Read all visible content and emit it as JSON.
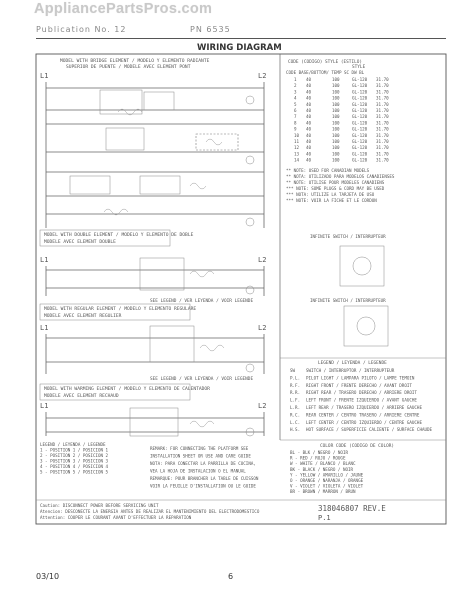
{
  "header": {
    "brand": "AppliancePartsPros.com",
    "left_code": "Publication No. 12",
    "right_code": "PN 6535",
    "title": "WIRING DIAGRAM"
  },
  "sections": {
    "bridge": "MODEL WITH BRIDGE ELEMENT / MODELO Y ELEMENTO RADIANTE",
    "bridge_fr": "SUPERIOR DE PUENTE / MODELE AVEC ELEMENT PONT",
    "double": "MODEL WITH DOUBLE ELEMENT / MODELO Y ELEMENTO DE DOBLE",
    "double_fr": "MODELE AVEC ELEMENT DOUBLE",
    "regular": "MODEL WITH REGULAR ELEMENT / MODELO Y ELEMENTO REGULARE",
    "regular_fr": "MODELE AVEC ELEMENT REGULIER",
    "warming": "MODEL WITH WARMING ELEMENT / MODELO Y ELEMENTO DE CALENTADOR",
    "warming_fr": "MODELE AVEC ELEMENT RECHAUD",
    "see_legend": "SEE LEGEND / VER LEYENDA / VOIR LEGENDE"
  },
  "terminals": {
    "l1": "L1",
    "l2": "L2"
  },
  "code_table": {
    "header": "CODE (CODIGO)     STYLE (ESTILO)",
    "header2": "STYLE",
    "header3": "CODE BASE/BOTTOM/ TEMP  SC  DW  BL",
    "rows": [
      [
        "1",
        "40",
        "100",
        "GL-120",
        "31.70"
      ],
      [
        "2",
        "40",
        "100",
        "GL-120",
        "31.70"
      ],
      [
        "3",
        "40",
        "100",
        "GL-120",
        "31.70"
      ],
      [
        "4",
        "40",
        "100",
        "GL-120",
        "31.70"
      ],
      [
        "5",
        "40",
        "100",
        "GL-120",
        "31.70"
      ],
      [
        "6",
        "40",
        "100",
        "GL-120",
        "31.70"
      ],
      [
        "7",
        "40",
        "100",
        "GL-120",
        "31.70"
      ],
      [
        "8",
        "40",
        "100",
        "GL-120",
        "31.70"
      ],
      [
        "9",
        "40",
        "100",
        "GL-120",
        "31.70"
      ],
      [
        "10",
        "40",
        "100",
        "GL-120",
        "31.70"
      ],
      [
        "11",
        "40",
        "100",
        "GL-120",
        "31.70"
      ],
      [
        "12",
        "40",
        "100",
        "GL-120",
        "31.70"
      ],
      [
        "13",
        "40",
        "100",
        "GL-120",
        "31.70"
      ],
      [
        "14",
        "40",
        "100",
        "GL-120",
        "31.70"
      ]
    ],
    "notes": [
      "** NOTE: USED FOR CANADIAN MODELS",
      "** NOTA: UTILIZADO PARA MODELOS CANADIENSES",
      "** NOTE: UTILISE POUR MODELES CANADIENS",
      "*** NOTE: SOME PLUGS & CORD MAY BE USED",
      "*** NOTA: UTILIZE LA TARJETA DE USO",
      "*** NOTE: VOIR LA FICHE ET LE CORDON"
    ]
  },
  "parts_caption_1": "INFINITE SWITCH / INTERRUPTEUR",
  "parts_caption_2": "INFINITE SWITCH / INTERRUPTEUR",
  "legend_title": "LEGEND / LEYENDA / LEGENDE",
  "legend_items": [
    [
      "SW",
      "SWITCH / INTERRUPTOR / INTERRUPTEUR"
    ],
    [
      "P.L.",
      "PILOT LIGHT / LAMPARA PILOTO / LAMPE TEMOIN"
    ],
    [
      "R.F.",
      "RIGHT FRONT / FRENTE DERECHO / AVANT DROIT"
    ],
    [
      "R.R.",
      "RIGHT REAR / TRASERO DERECHO / ARRIERE DROIT"
    ],
    [
      "L.F.",
      "LEFT FRONT / FRENTE IZQUIERDO / AVANT GAUCHE"
    ],
    [
      "L.R.",
      "LEFT REAR / TRASERO IZQUIERDO / ARRIERE GAUCHE"
    ],
    [
      "R.C.",
      "REAR CENTER / CENTRO TRASERO / ARRIERE CENTRE"
    ],
    [
      "L.C.",
      "LEFT CENTER / CENTRO IZQUIERDO / CENTRE GAUCHE"
    ],
    [
      "H.S.",
      "HOT SURFACE / SUPERFICIE CALIENTE / SURFACE CHAUDE"
    ]
  ],
  "color_code_title": "COLOR CODE (CODIGO DE COLOR)",
  "color_codes": [
    "BL - BLK / NEGRO / NOIR",
    "R - RED / ROJO / ROUGE",
    "W - WHITE / BLANCO / BLANC",
    "BK - BLACK / NEGRO / NOIR",
    "Y - YELLOW / AMARILLO / JAUNE",
    "O - ORANGE / NARANJA / ORANGE",
    "V - VIOLET / VIOLETA / VIOLET",
    "BR - BROWN / MARRON / BRUN"
  ],
  "legend_lower": [
    "LEGEND / LEYENDA / LEGENDE",
    "1 - POSITION 1 / POSICION 1",
    "2 - POSITION 2 / POSICION 2",
    "3 - POSITION 3 / POSICION 3",
    "4 - POSITION 4 / POSICION 4",
    "5 - POSITION 5 / POSICION 5"
  ],
  "remarks": [
    "REMARK: FOR CONNECTING THE PLATFORM SEE",
    "INSTALLATION SHEET OR USE AND CARE GUIDE",
    "NOTA: PARA CONECTAR LA PARRILLA DE COCINA,",
    "VEA LA HOJA DE INSTALACION O EL MANUAL",
    "REMARQUE: POUR BRANCHER LA TABLE DE CUISSON",
    "VOIR LA FEUILLE D'INSTALLATION OU LE GUIDE"
  ],
  "caution": [
    "Caution: DISCONNECT POWER BEFORE SERVICING UNIT",
    "Atencion: DESCONECTE LA ENERGIA ANTES DE REALIZAR EL MANTENIMIENTO DEL ELECTRODOMESTICO",
    "Attention: COUPER LE COURANT AVANT D'EFFECTUER LA REPARATION"
  ],
  "part_number": "318046807 REV.E",
  "page_part": "P.1",
  "footer": {
    "date": "03/10",
    "page": "6"
  }
}
